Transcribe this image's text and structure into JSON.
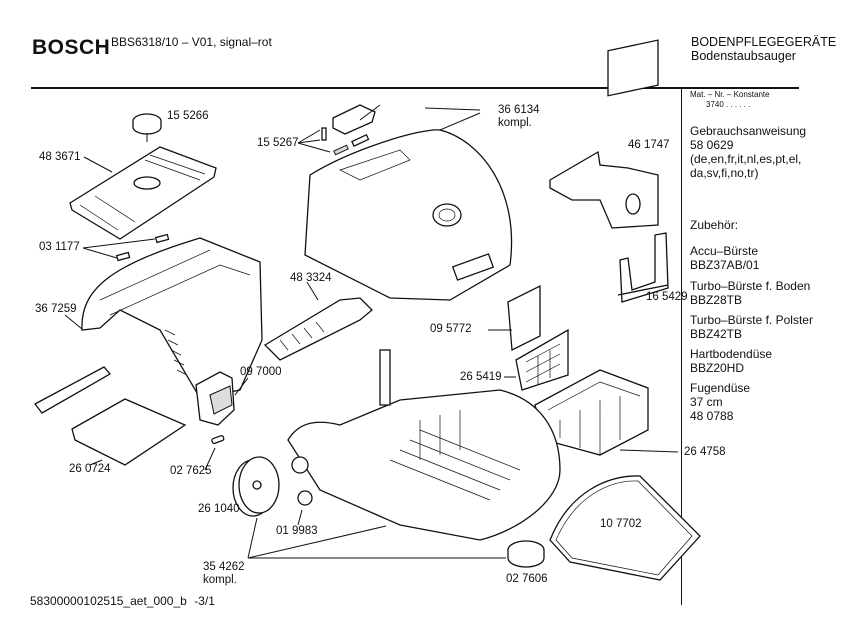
{
  "header": {
    "brand": "BOSCH",
    "model": "BBS6318/10 – V01,  signal–rot",
    "category": "BODENPFLEGEGERÄTE",
    "subcategory": "Bodenstaubsauger"
  },
  "sidebar": {
    "mat_header": "Mat. – Nr. – Konstante",
    "mat_value": "3740  .  .    .  .  .  .",
    "manual": {
      "title": "Gebrauchsanweisung",
      "number": "58 0629",
      "languages_1": "(de,en,fr,it,nl,es,pt,el,",
      "languages_2": "da,sv,fi,no,tr)"
    },
    "accessories_title": "Zubehör:",
    "accessories": [
      {
        "name": "Accu–Bürste",
        "code": "BBZ37AB/01"
      },
      {
        "name": "Turbo–Bürste f. Boden",
        "code": "BBZ28TB"
      },
      {
        "name": "Turbo–Bürste f. Polster",
        "code": "BBZ42TB"
      },
      {
        "name": "Hartbodendüse",
        "code": "BBZ20HD"
      },
      {
        "name": "Fugendüse",
        "code": "37 cm",
        "number": "48 0788"
      }
    ]
  },
  "parts": {
    "p155266": "15 5266",
    "p483671": "48 3671",
    "p031177": "03 1177",
    "p367259": "36 7259",
    "p155267": "15 5267",
    "p366134": "36 6134",
    "p366134_note": "kompl.",
    "p461747": "46 1747",
    "p483324": "48 3324",
    "p165429": "16 5429",
    "p095772": "09 5772",
    "p265419": "26 5419",
    "p097000": "09 7000",
    "p260724": "26 0724",
    "p027625": "02 7625",
    "p264758": "26 4758",
    "p261040": "26 1040",
    "p019983": "01 9983",
    "p107702": "10 7702",
    "p354262": "35 4262",
    "p354262_note": "kompl.",
    "p027606": "02 7606"
  },
  "footer": {
    "doc_id": "58300000102515_aet_000_b",
    "page": "-3/1"
  }
}
